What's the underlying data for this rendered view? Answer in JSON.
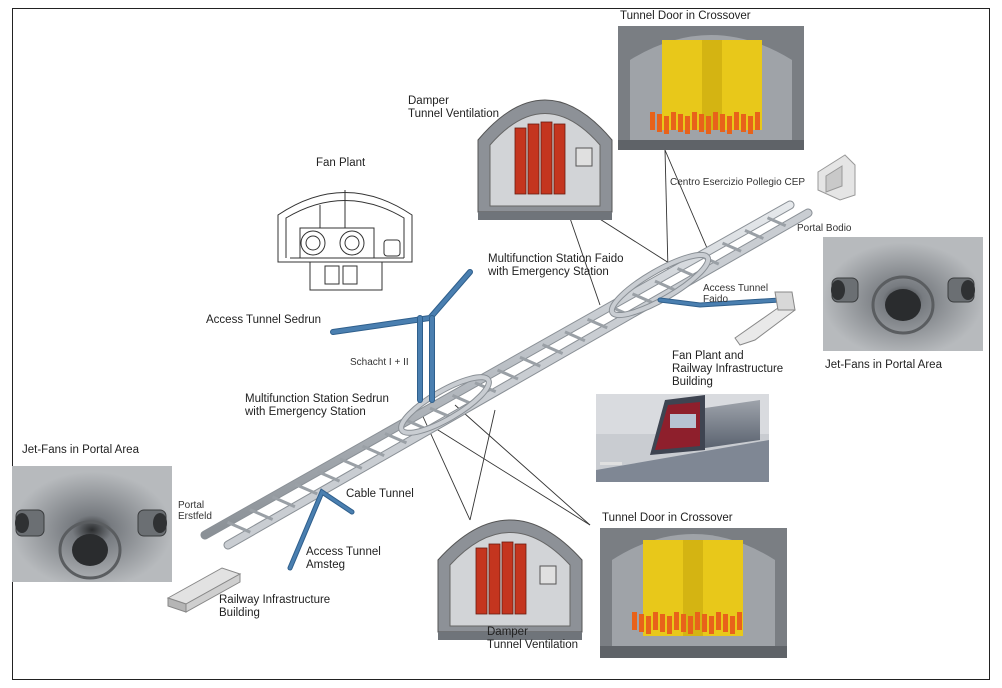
{
  "labels": {
    "tunnel_door_top": "Tunnel Door in Crossover",
    "damper_top": "Damper\nTunnel Ventilation",
    "fan_plant": "Fan Plant",
    "centro": "Centro Esercizio Pollegio CEP",
    "portal_bodio": "Portal Bodio",
    "mfs_faido": "Multifunction Station Faido\nwith Emergency Station",
    "access_faido": "Access Tunnel\nFaido",
    "access_sedrun": "Access Tunnel Sedrun",
    "schacht": "Schacht I + II",
    "fan_plant_building": "Fan Plant and\nRailway Infrastructure\nBuilding",
    "jetfans_right": "Jet-Fans in Portal Area",
    "mfs_sedrun": "Multifunction Station Sedrun\nwith Emergency Station",
    "jetfans_left": "Jet-Fans in Portal Area",
    "portal_erstfeld": "Portal\nErstfeld",
    "cable_tunnel": "Cable Tunnel",
    "access_amsteg": "Access Tunnel\nAmsteg",
    "tunnel_door_bottom": "Tunnel Door in Crossover",
    "railway_building": "Railway Infrastructure\nBuilding",
    "damper_bottom": "Damper\nTunnel Ventilation"
  },
  "colors": {
    "tunnel_grey": "#b9bec4",
    "tunnel_edge": "#8a9096",
    "access_blue": "#4a7fb0",
    "door_yellow": "#e8c81a",
    "workers_orange": "#e8621a",
    "damper_red": "#c4351f"
  }
}
